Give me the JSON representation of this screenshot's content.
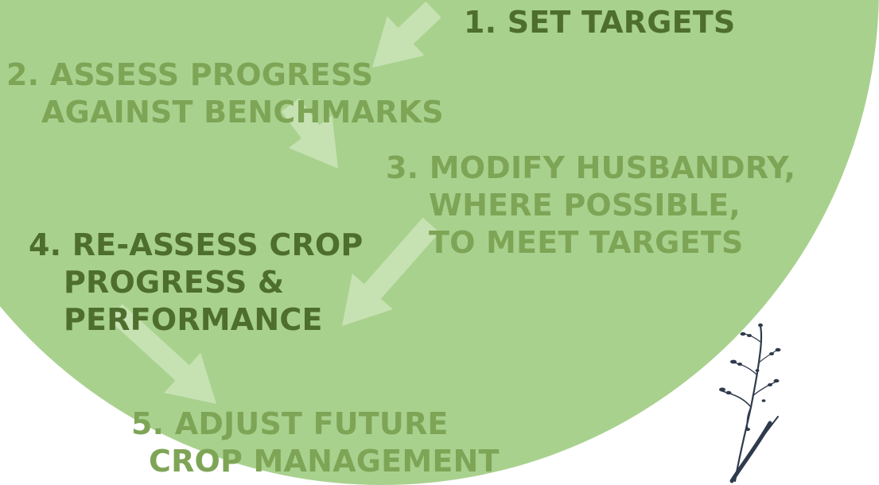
{
  "colors": {
    "background": "#ffffff",
    "disc": "#a9d18e",
    "arrow": "#c6e2b2",
    "text_dark": "#4e6e2e",
    "text_light": "#7ea556",
    "plant": "#2f3a4c"
  },
  "steps": [
    {
      "lines": [
        "1. SET TARGETS"
      ],
      "tone": "dark"
    },
    {
      "lines": [
        "2. ASSESS PROGRESS",
        "AGAINST BENCHMARKS"
      ],
      "tone": "light"
    },
    {
      "lines": [
        "3. MODIFY HUSBANDRY,",
        "WHERE POSSIBLE,",
        "TO MEET TARGETS"
      ],
      "tone": "light"
    },
    {
      "lines": [
        "4. RE-ASSESS CROP",
        "PROGRESS &",
        "PERFORMANCE"
      ],
      "tone": "dark"
    },
    {
      "lines": [
        "5. ADJUST FUTURE",
        "CROP MANAGEMENT"
      ],
      "tone": "light"
    }
  ],
  "icons": {
    "flow_arrow": "arrow-down-left-icon",
    "decoration": "plant-sprig-icon"
  }
}
